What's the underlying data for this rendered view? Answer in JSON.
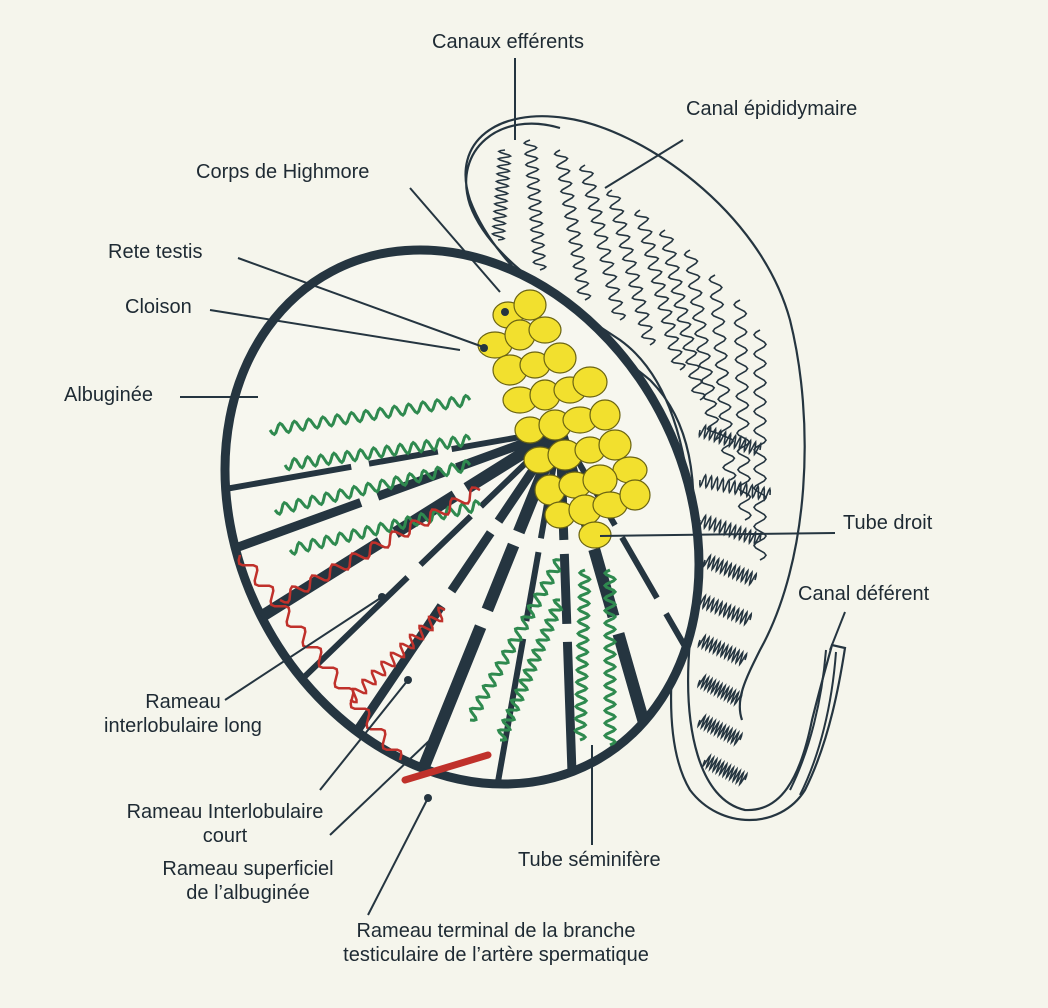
{
  "labels": {
    "canaux_efferents": "Canaux efférents",
    "canal_epididymaire": "Canal épididymaire",
    "corps_highmore": "Corps de Highmore",
    "rete_testis": "Rete testis",
    "cloison": "Cloison",
    "albuginee": "Albuginée",
    "tube_droit": "Tube droit",
    "canal_deferent": "Canal déférent",
    "rameau_long": [
      "Rameau",
      "interlobulaire long"
    ],
    "rameau_court": [
      "Rameau Interlobulaire",
      "court"
    ],
    "rameau_superficiel": [
      "Rameau superficiel",
      "de l’albuginée"
    ],
    "tube_seminifere": "Tube séminifère",
    "rameau_terminal": [
      "Rameau terminal de la branche",
      "testiculaire de l’artère spermatique"
    ]
  },
  "colors": {
    "outline": "#253540",
    "rete": "#f2e02e",
    "rete_edge": "#6b6412",
    "tubule": "#2f8a4f",
    "artery": "#c0312b",
    "background": "#f5f5ec"
  }
}
